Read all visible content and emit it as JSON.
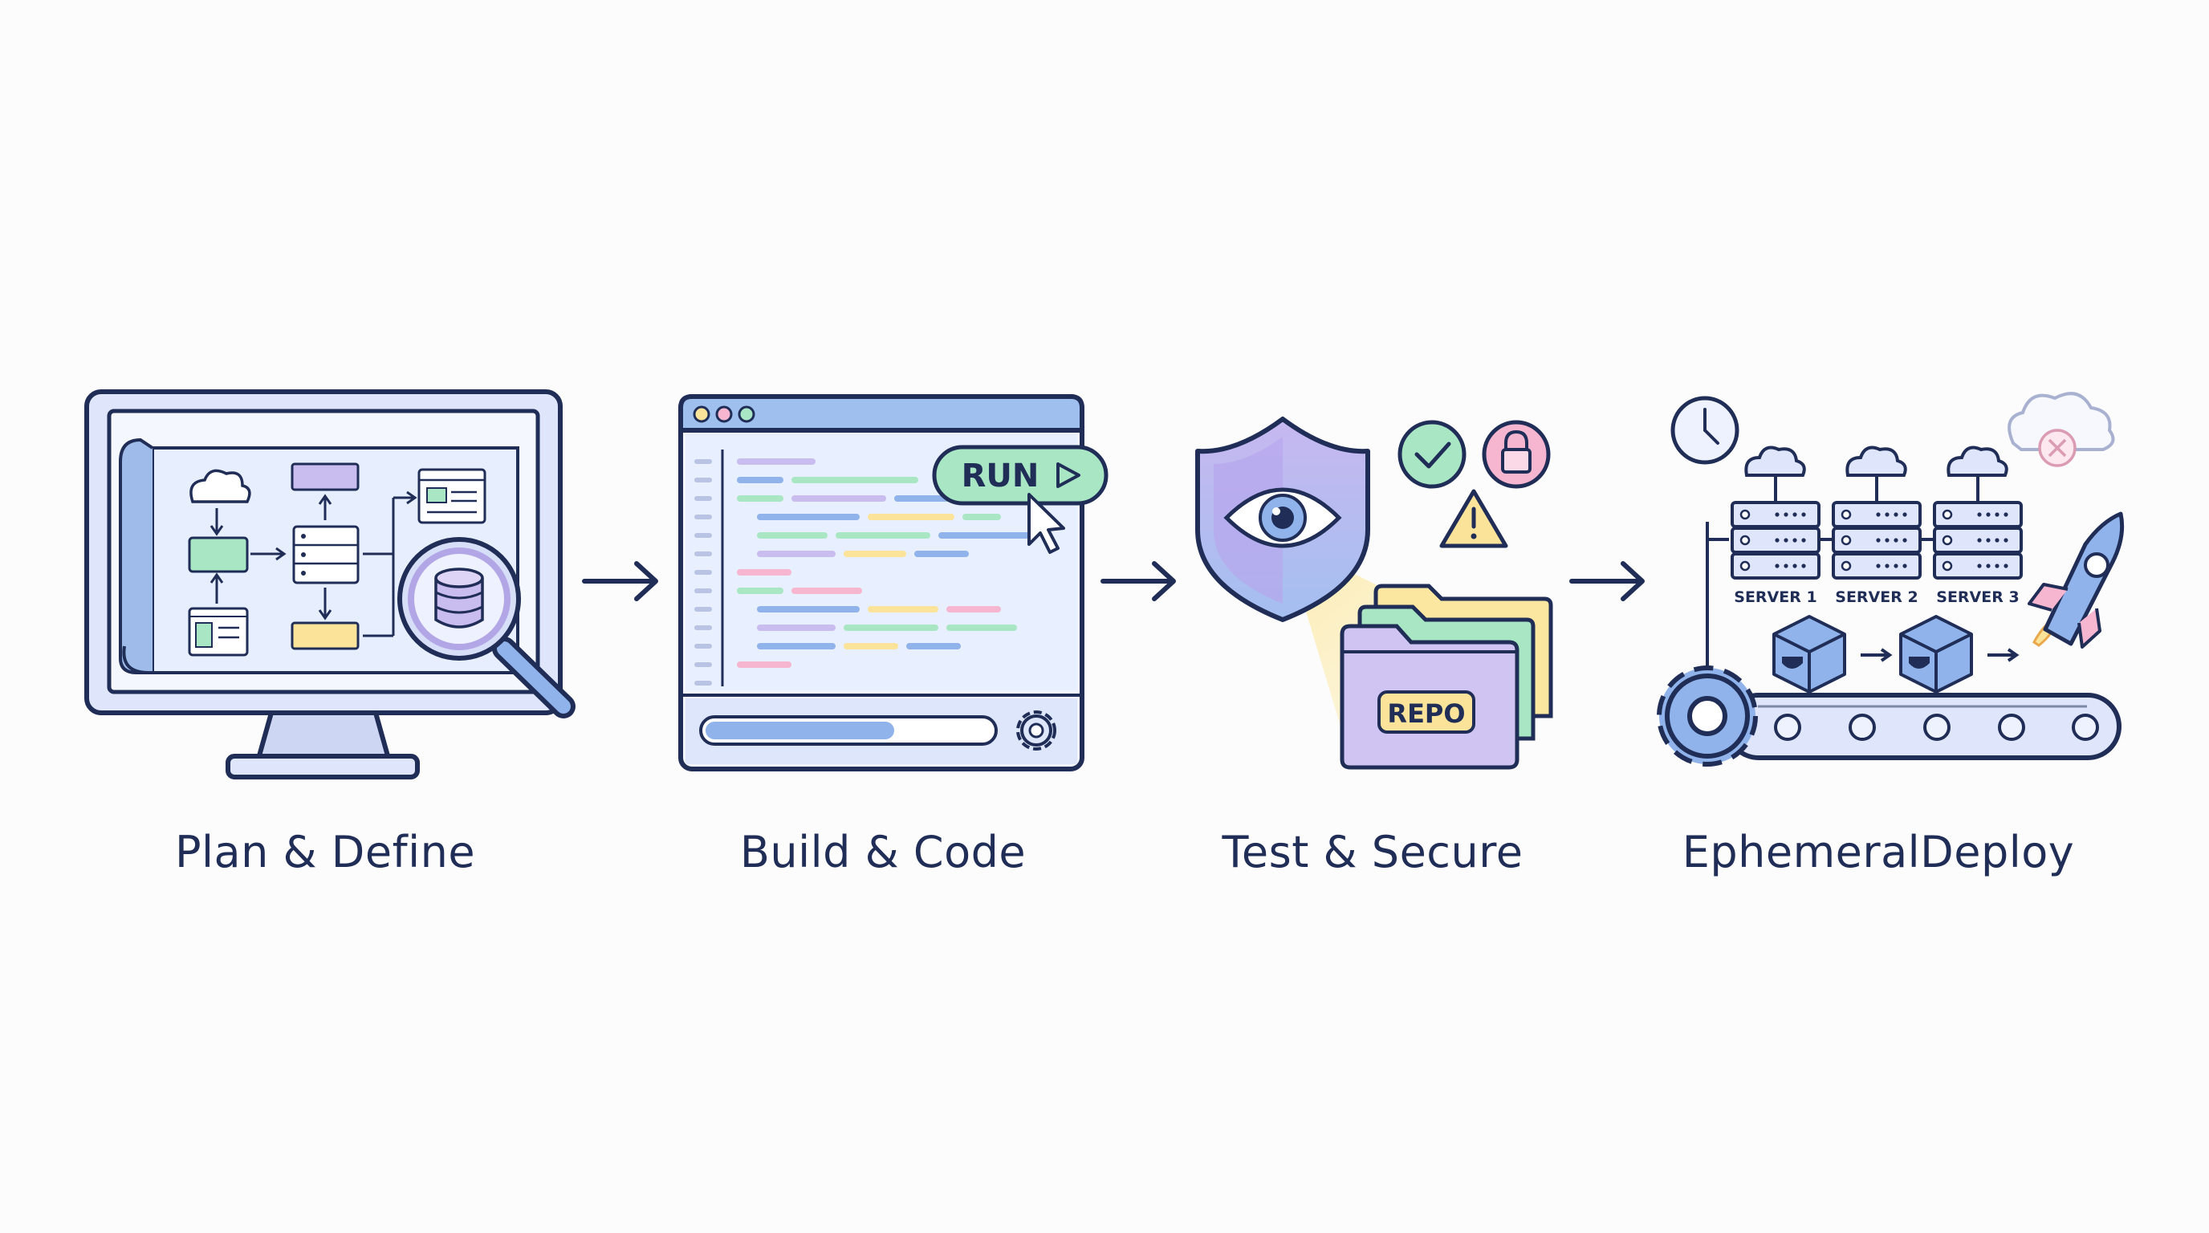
{
  "stages": [
    {
      "label": "Plan & Define"
    },
    {
      "label": "Build & Code"
    },
    {
      "label": "Test & Secure"
    },
    {
      "label": "EphemeralDeploy"
    }
  ],
  "build": {
    "run_label": "RUN"
  },
  "secure": {
    "repo_label": "REPO"
  },
  "deploy": {
    "servers": [
      "SERVER 1",
      "SERVER 2",
      "SERVER 3"
    ]
  },
  "icons": {
    "plan": [
      "monitor-icon",
      "blueprint-icon",
      "cloud-icon",
      "database-icon",
      "magnifier-icon",
      "flowchart-icon"
    ],
    "build": [
      "code-editor-icon",
      "run-button",
      "cursor-icon",
      "progress-bar",
      "gear-icon"
    ],
    "secure": [
      "shield-icon",
      "eye-icon",
      "check-icon",
      "lock-icon",
      "warning-icon",
      "folder-icon"
    ],
    "deploy": [
      "clock-icon",
      "cloud-icon",
      "cloud-error-icon",
      "server-icon",
      "container-icon",
      "conveyor-belt-icon",
      "gear-icon",
      "rocket-icon"
    ]
  },
  "colors": {
    "outline": "#1f2d57",
    "blue": "#8fb3ea",
    "green": "#a8e6c4",
    "purple": "#c9bcef",
    "yellow": "#fbe39a",
    "pink": "#f6b6cf"
  }
}
